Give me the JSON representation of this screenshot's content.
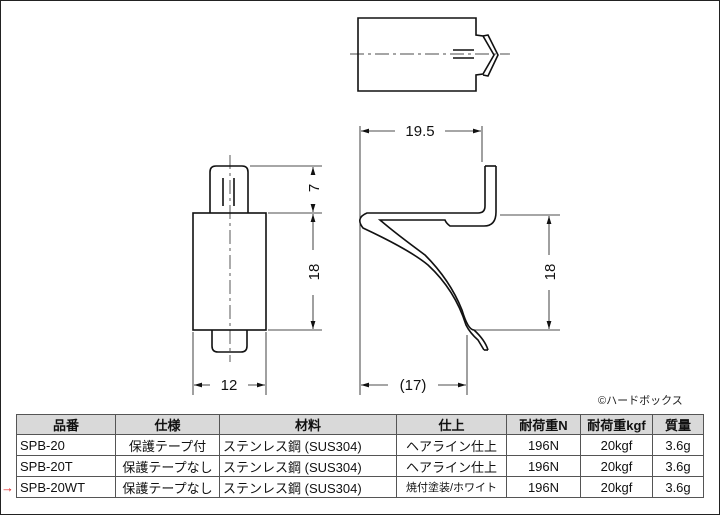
{
  "drawing": {
    "dimensions": {
      "top_pin": "7",
      "body_height": "18",
      "width": "12",
      "depth": "19.5",
      "reach": "(17)",
      "bracket_height": "18"
    },
    "copyright": "©ハードボックス"
  },
  "table": {
    "headers": [
      "品番",
      "仕様",
      "材料",
      "仕上",
      "耐荷重N",
      "耐荷重kgf",
      "質量"
    ],
    "rows": [
      [
        "SPB-20",
        "保護テープ付",
        "ステンレス鋼 (SUS304)",
        "ヘアライン仕上",
        "196N",
        "20kgf",
        "3.6g"
      ],
      [
        "SPB-20T",
        "保護テープなし",
        "ステンレス鋼 (SUS304)",
        "ヘアライン仕上",
        "196N",
        "20kgf",
        "3.6g"
      ],
      [
        "SPB-20WT",
        "保護テープなし",
        "ステンレス鋼 (SUS304)",
        "焼付塗装/ホワイト",
        "196N",
        "20kgf",
        "3.6g"
      ]
    ],
    "selected_row_marker": "→",
    "marker_color": "#e02020"
  }
}
